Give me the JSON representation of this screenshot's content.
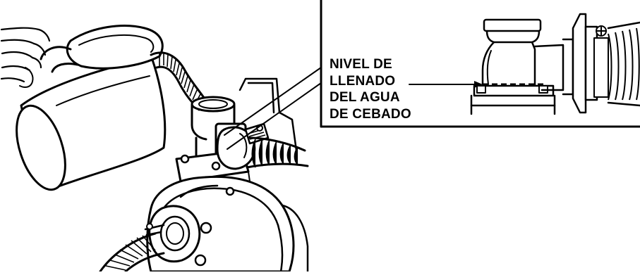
{
  "callout": {
    "lines": [
      "NIVEL DE",
      "LLENADO",
      "DEL AGUA",
      "DE CEBADO"
    ]
  },
  "colors": {
    "ink": "#000000",
    "background": "#ffffff"
  }
}
